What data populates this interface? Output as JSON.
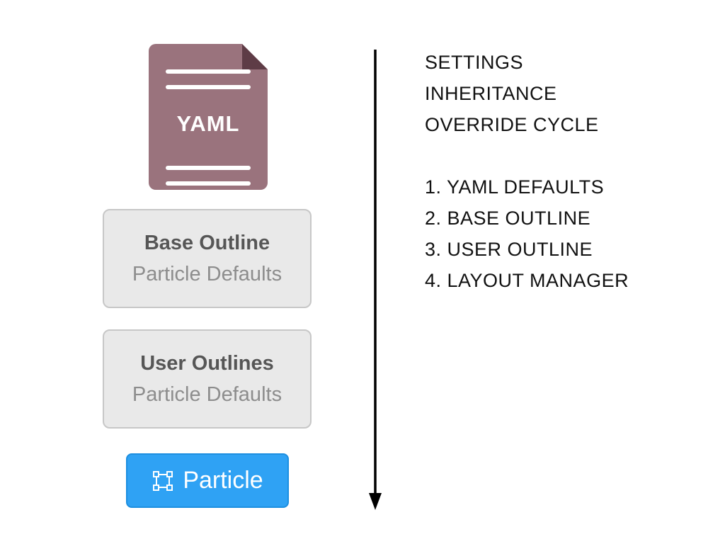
{
  "diagram": {
    "yaml_doc": {
      "label": "YAML"
    },
    "boxes": [
      {
        "title": "Base Outline",
        "subtitle": "Particle Defaults"
      },
      {
        "title": "User Outlines",
        "subtitle": "Particle Defaults"
      }
    ],
    "particle_button": {
      "label": "Particle",
      "icon": "artboard-selection-icon"
    }
  },
  "right_panel": {
    "heading_lines": [
      "SETTINGS",
      "INHERITANCE",
      "OVERRIDE CYCLE"
    ],
    "steps": [
      "1. YAML DEFAULTS",
      "2. BASE OUTLINE",
      "3. USER OUTLINE",
      "4. LAYOUT MANAGER"
    ]
  },
  "colors": {
    "yaml-doc": "#9a737d",
    "yaml-fold": "#5e3c46",
    "box-bg": "#e9e9e9",
    "box-border": "#c7c7c7",
    "box-title": "#565656",
    "box-subtitle": "#8d8d8d",
    "particle-blue": "#2fa2f4",
    "particle-border": "#1d8fe0",
    "arrow": "#000000",
    "text": "#111111"
  }
}
